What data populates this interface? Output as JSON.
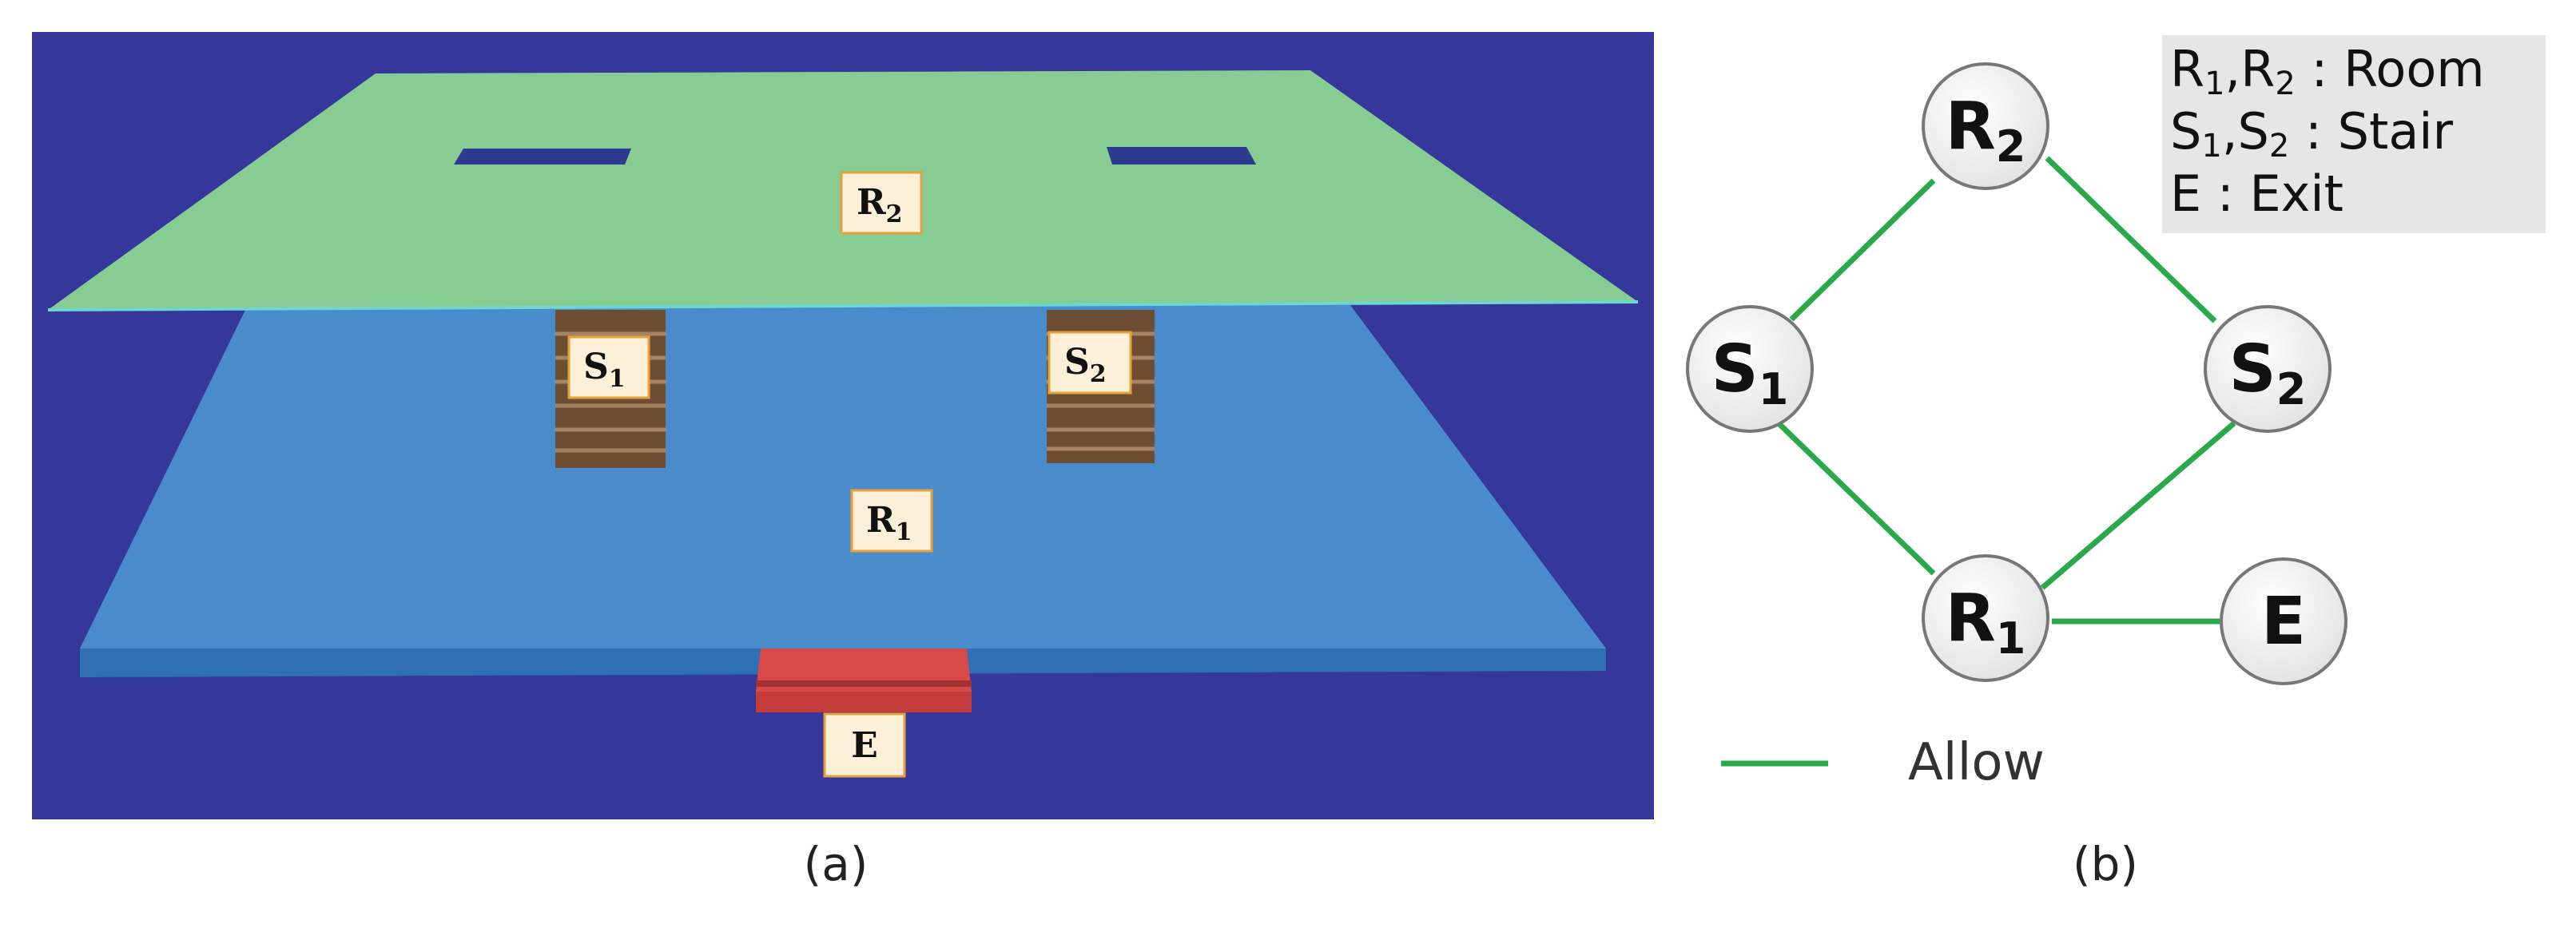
{
  "panel_a": {
    "caption": "(a)",
    "labels": {
      "r2": "R",
      "r2_sub": "2",
      "r1": "R",
      "r1_sub": "1",
      "s1": "S",
      "s1_sub": "1",
      "s2": "S",
      "s2_sub": "2",
      "e": "E"
    },
    "colors": {
      "background": "#35379a",
      "upper_floor": "#86cc93",
      "lower_floor": "#4a8bcc",
      "exit": "#d84a4a",
      "stair": "#6e4e32",
      "label_box": "#fdf0d8",
      "label_border": "#e3a23c"
    }
  },
  "panel_b": {
    "caption": "(b)",
    "nodes": {
      "r2": {
        "main": "R",
        "sub": "2"
      },
      "s1": {
        "main": "S",
        "sub": "1"
      },
      "s2": {
        "main": "S",
        "sub": "2"
      },
      "r1": {
        "main": "R",
        "sub": "1"
      },
      "e": {
        "main": "E",
        "sub": ""
      }
    },
    "edges": [
      [
        "r2",
        "s1"
      ],
      [
        "r2",
        "s2"
      ],
      [
        "s1",
        "r1"
      ],
      [
        "s2",
        "r1"
      ],
      [
        "r1",
        "e"
      ]
    ],
    "legend_line_label": "Allow",
    "key_box": {
      "line1": {
        "a": "R",
        "a_sub": "1",
        "sep": ",",
        "b": "R",
        "b_sub": "2",
        "text": " : Room"
      },
      "line2": {
        "a": "S",
        "a_sub": "1",
        "sep": ",",
        "b": "S",
        "b_sub": "2",
        "text": " : Stair"
      },
      "line3": {
        "a": "E",
        "text": " : Exit"
      }
    },
    "colors": {
      "edge": "#2aa94a",
      "node_fill": "#f3f3f3",
      "node_stroke": "#777777",
      "key_box": "#e6e6e6"
    }
  }
}
